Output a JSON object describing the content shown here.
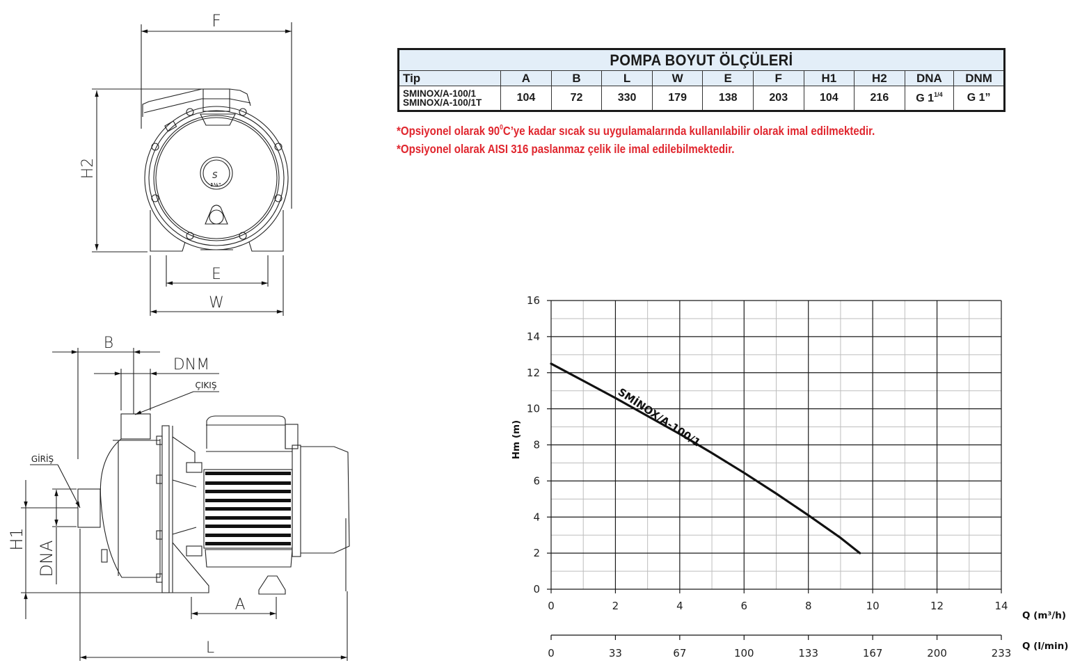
{
  "drawings": {
    "front_view": {
      "labels": {
        "F": "F",
        "H2": "H2",
        "E": "E",
        "W": "W"
      },
      "inlet_marking": "1¼\""
    },
    "side_view": {
      "labels": {
        "B": "B",
        "DNM": "DNM",
        "outlet": "ÇIKIŞ",
        "inlet": "GİRİŞ",
        "H1": "H1",
        "DNA": "DNA",
        "A": "A",
        "L": "L"
      }
    }
  },
  "table": {
    "title": "POMPA BOYUT ÖLÇÜLERİ",
    "headers": [
      "Tip",
      "A",
      "B",
      "L",
      "W",
      "E",
      "F",
      "H1",
      "H2",
      "DNA",
      "DNM"
    ],
    "rows": [
      {
        "models": [
          "SMINOX/A-100/1",
          "SMINOX/A-100/1T"
        ],
        "A": "104",
        "B": "72",
        "L": "330",
        "W": "179",
        "E": "138",
        "F": "203",
        "H1": "104",
        "H2": "216",
        "DNA": {
          "base": "G 1",
          "fraction": "1/4"
        },
        "DNM": "G 1”"
      }
    ]
  },
  "notes": [
    {
      "pre": "*Opsiyonel olarak 90",
      "sup": "0",
      "post": "C’ye kadar sıcak su uygulamalarında kullanılabilir olarak imal edilmektedir."
    },
    {
      "pre": "*Opsiyonel olarak AISI 316 paslanmaz çelik ile imal edilebilmektedir.",
      "sup": "",
      "post": ""
    }
  ],
  "colors": {
    "note_red": "#e0262e",
    "table_header_bg": "#e3eef8",
    "grid_major": "#1a1a1a",
    "grid_minor": "#bdbdbd",
    "curve": "#111111"
  },
  "chart_data": {
    "type": "line",
    "title": "",
    "xlabel": "Q (m³/h)",
    "x2label": "Q (l/min)",
    "ylabel": "Hm (m)",
    "xlim": [
      0,
      14
    ],
    "ylim": [
      0,
      16
    ],
    "x_ticks": [
      "0",
      "2",
      "4",
      "6",
      "8",
      "10",
      "12",
      "14"
    ],
    "x2_ticks": [
      "0",
      "33",
      "67",
      "100",
      "133",
      "167",
      "200",
      "233"
    ],
    "y_ticks": [
      "0",
      "2",
      "4",
      "6",
      "8",
      "10",
      "12",
      "14",
      "16"
    ],
    "grid": true,
    "legend": "inline label on curve",
    "series": [
      {
        "name": "SMİNOX/A-100/1",
        "x": [
          0,
          1,
          2,
          3,
          4,
          5,
          6,
          7,
          8,
          9,
          9.6
        ],
        "y": [
          12.5,
          11.55,
          10.6,
          9.6,
          8.6,
          7.55,
          6.45,
          5.3,
          4.1,
          2.85,
          2.0
        ]
      }
    ]
  }
}
